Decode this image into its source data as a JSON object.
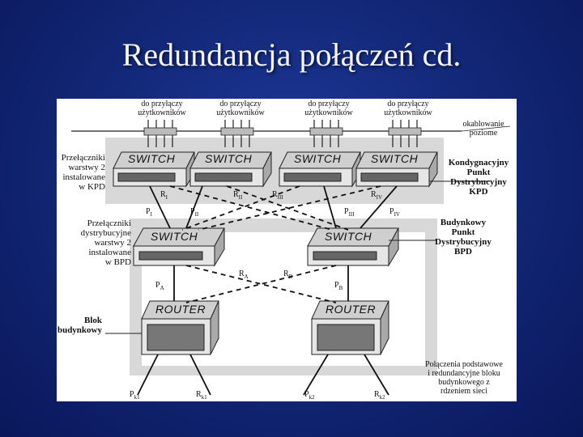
{
  "slide": {
    "title": "Redundancja połączeń cd."
  },
  "diagram": {
    "top_labels": [
      "do przyłączy\nużytkowników",
      "do przyłączy\nużytkowników",
      "do przyłączy\nużytkowników",
      "do przyłączy\nużytkowników"
    ],
    "cabling_label": "okablowanie\npoziome",
    "kpd_switch_label": "Przełączniki\nwarstwy 2\ninstalowane\nw KPD",
    "kpd_point_label": "Kondygnacyjny\nPunkt\nDystrybucyjny\nKPD",
    "bpd_switch_label": "Przełączniki\ndystrybucyjne\nwarstwy 2\ninstalowane\nw BPD",
    "bpd_point_label": "Budynkowy\nPunkt\nDystrybucyjny\nBPD",
    "block_label": "Blok\nbudynkowy",
    "connections_label": "Połączenia podstawowe\ni redundancyjne bloku\nbudynkowego z\nrdzeniem sieci",
    "switch_text": "SWITCH",
    "router_text": "ROUTER",
    "port_labels": {
      "r1": "R",
      "r1_sub": "I",
      "r2": "R",
      "r2_sub": "II",
      "r3": "R",
      "r3_sub": "III",
      "r4": "R",
      "r4_sub": "IV",
      "p1": "P",
      "p1_sub": "I",
      "p2": "P",
      "p2_sub": "II",
      "p3": "P",
      "p3_sub": "III",
      "p4": "P",
      "p4_sub": "IV",
      "ra": "R",
      "ra_sub": "A",
      "rb": "R",
      "rb_sub": "B",
      "pa": "P",
      "pa_sub": "A",
      "pb": "P",
      "pb_sub": "B",
      "pk1": "P",
      "pk1_sub": "k1",
      "rk1": "R",
      "rk1_sub": "k1",
      "pk2": "P",
      "pk2_sub": "k2",
      "rk2": "R",
      "rk2_sub": "k2"
    }
  }
}
